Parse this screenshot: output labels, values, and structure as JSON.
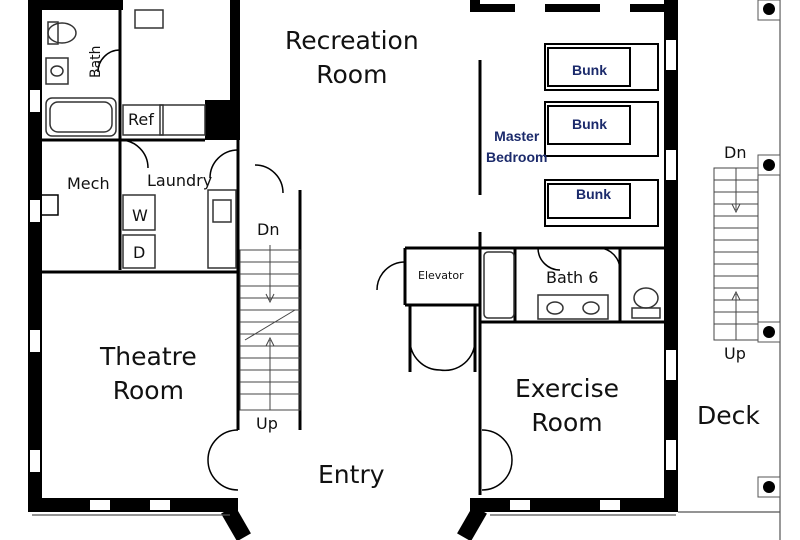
{
  "plan": {
    "rooms": {
      "recreation": "Recreation\nRoom",
      "theatre": "Theatre\nRoom",
      "exercise": "Exercise\nRoom",
      "entry": "Entry",
      "deck": "Deck",
      "master_bedroom": "Master\nBedroom",
      "bath": "Bath",
      "bath6": "Bath 6",
      "mech": "Mech",
      "laundry": "Laundry",
      "elevator": "Elevator",
      "ref": "Ref"
    },
    "fixtures": {
      "washer": "W",
      "dryer": "D",
      "bunk1": "Bunk",
      "bunk2": "Bunk",
      "bunk3": "Bunk"
    },
    "stairs": {
      "inner_down": "Dn",
      "inner_up": "Up",
      "deck_down": "Dn",
      "deck_up": "Up"
    },
    "colors": {
      "wall": "#000000",
      "bunk_text": "#1b2a6b",
      "line": "#555555"
    }
  }
}
